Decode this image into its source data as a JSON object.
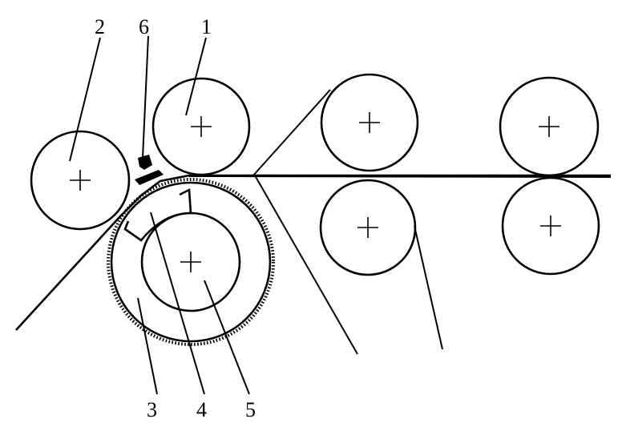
{
  "diagram": {
    "labels": {
      "l1": "1",
      "l2": "2",
      "l3": "3",
      "l4": "4",
      "l5": "5",
      "l6": "6"
    }
  }
}
